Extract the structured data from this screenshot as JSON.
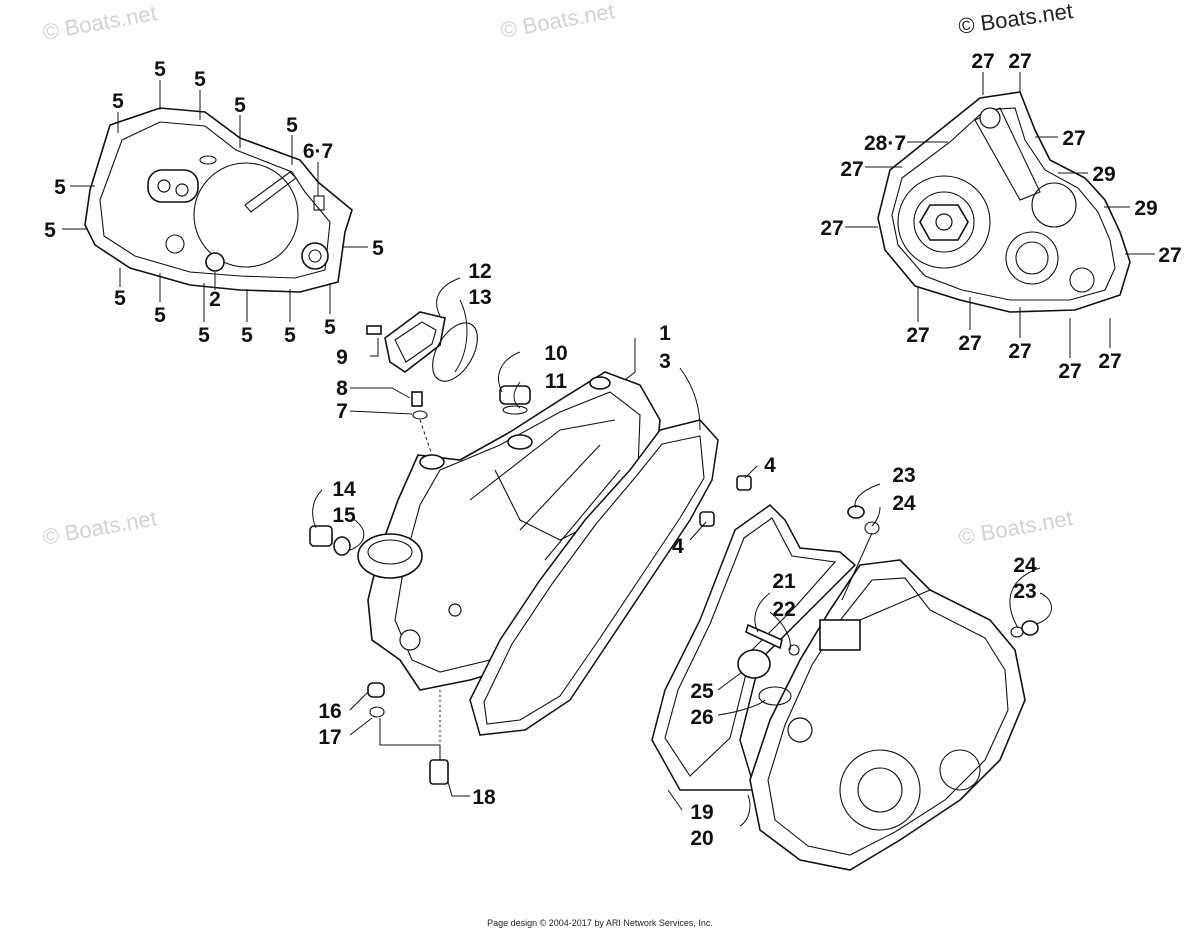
{
  "watermarks": [
    "© Boats.net",
    "© Boats.net",
    "© Boats.net",
    "© Boats.net",
    "© Boats.net"
  ],
  "footer": "Page design © 2004-2017 by ARI Network Services, Inc.",
  "callouts": {
    "a": "1",
    "b": "2",
    "c": "3",
    "d": "4",
    "e": "5",
    "f": "6·7",
    "g": "7",
    "h": "8",
    "i": "9",
    "j": "10",
    "k": "11",
    "l": "12",
    "m": "13",
    "n": "14",
    "o": "15",
    "p": "16",
    "q": "17",
    "r": "18",
    "s": "19",
    "t": "20",
    "u": "21",
    "v": "22",
    "w": "23",
    "x": "24",
    "y": "25",
    "z": "26",
    "aa": "27",
    "ab": "28·7",
    "ac": "29"
  }
}
